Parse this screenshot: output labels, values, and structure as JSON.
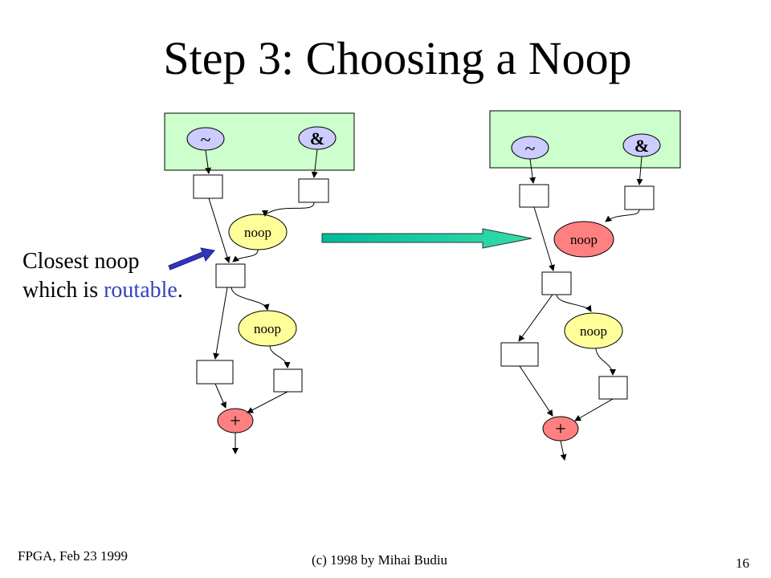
{
  "slide": {
    "title": "Step 3: Choosing a Noop",
    "caption_line1": "Closest noop",
    "caption_line2_prefix": "which is ",
    "caption_highlight": "routable",
    "caption_suffix": ".",
    "footer_left": "FPGA, Feb 23 1999",
    "footer_center": "(c) 1998 by Mihai Budiu",
    "page_number": "16"
  },
  "diagram": {
    "ops": {
      "not": "~",
      "and": "&",
      "noop": "noop",
      "add": "+"
    },
    "colors": {
      "input_region": "#ccffcc",
      "op_node": "#ccccff",
      "noop_node": "#ffff99",
      "noop_selected": "#ff8080",
      "add_node": "#ff8080",
      "transition_arrow": "#00cc99",
      "pointer_arrow": "#3333bb",
      "caption_highlight": "#3344bb"
    }
  }
}
